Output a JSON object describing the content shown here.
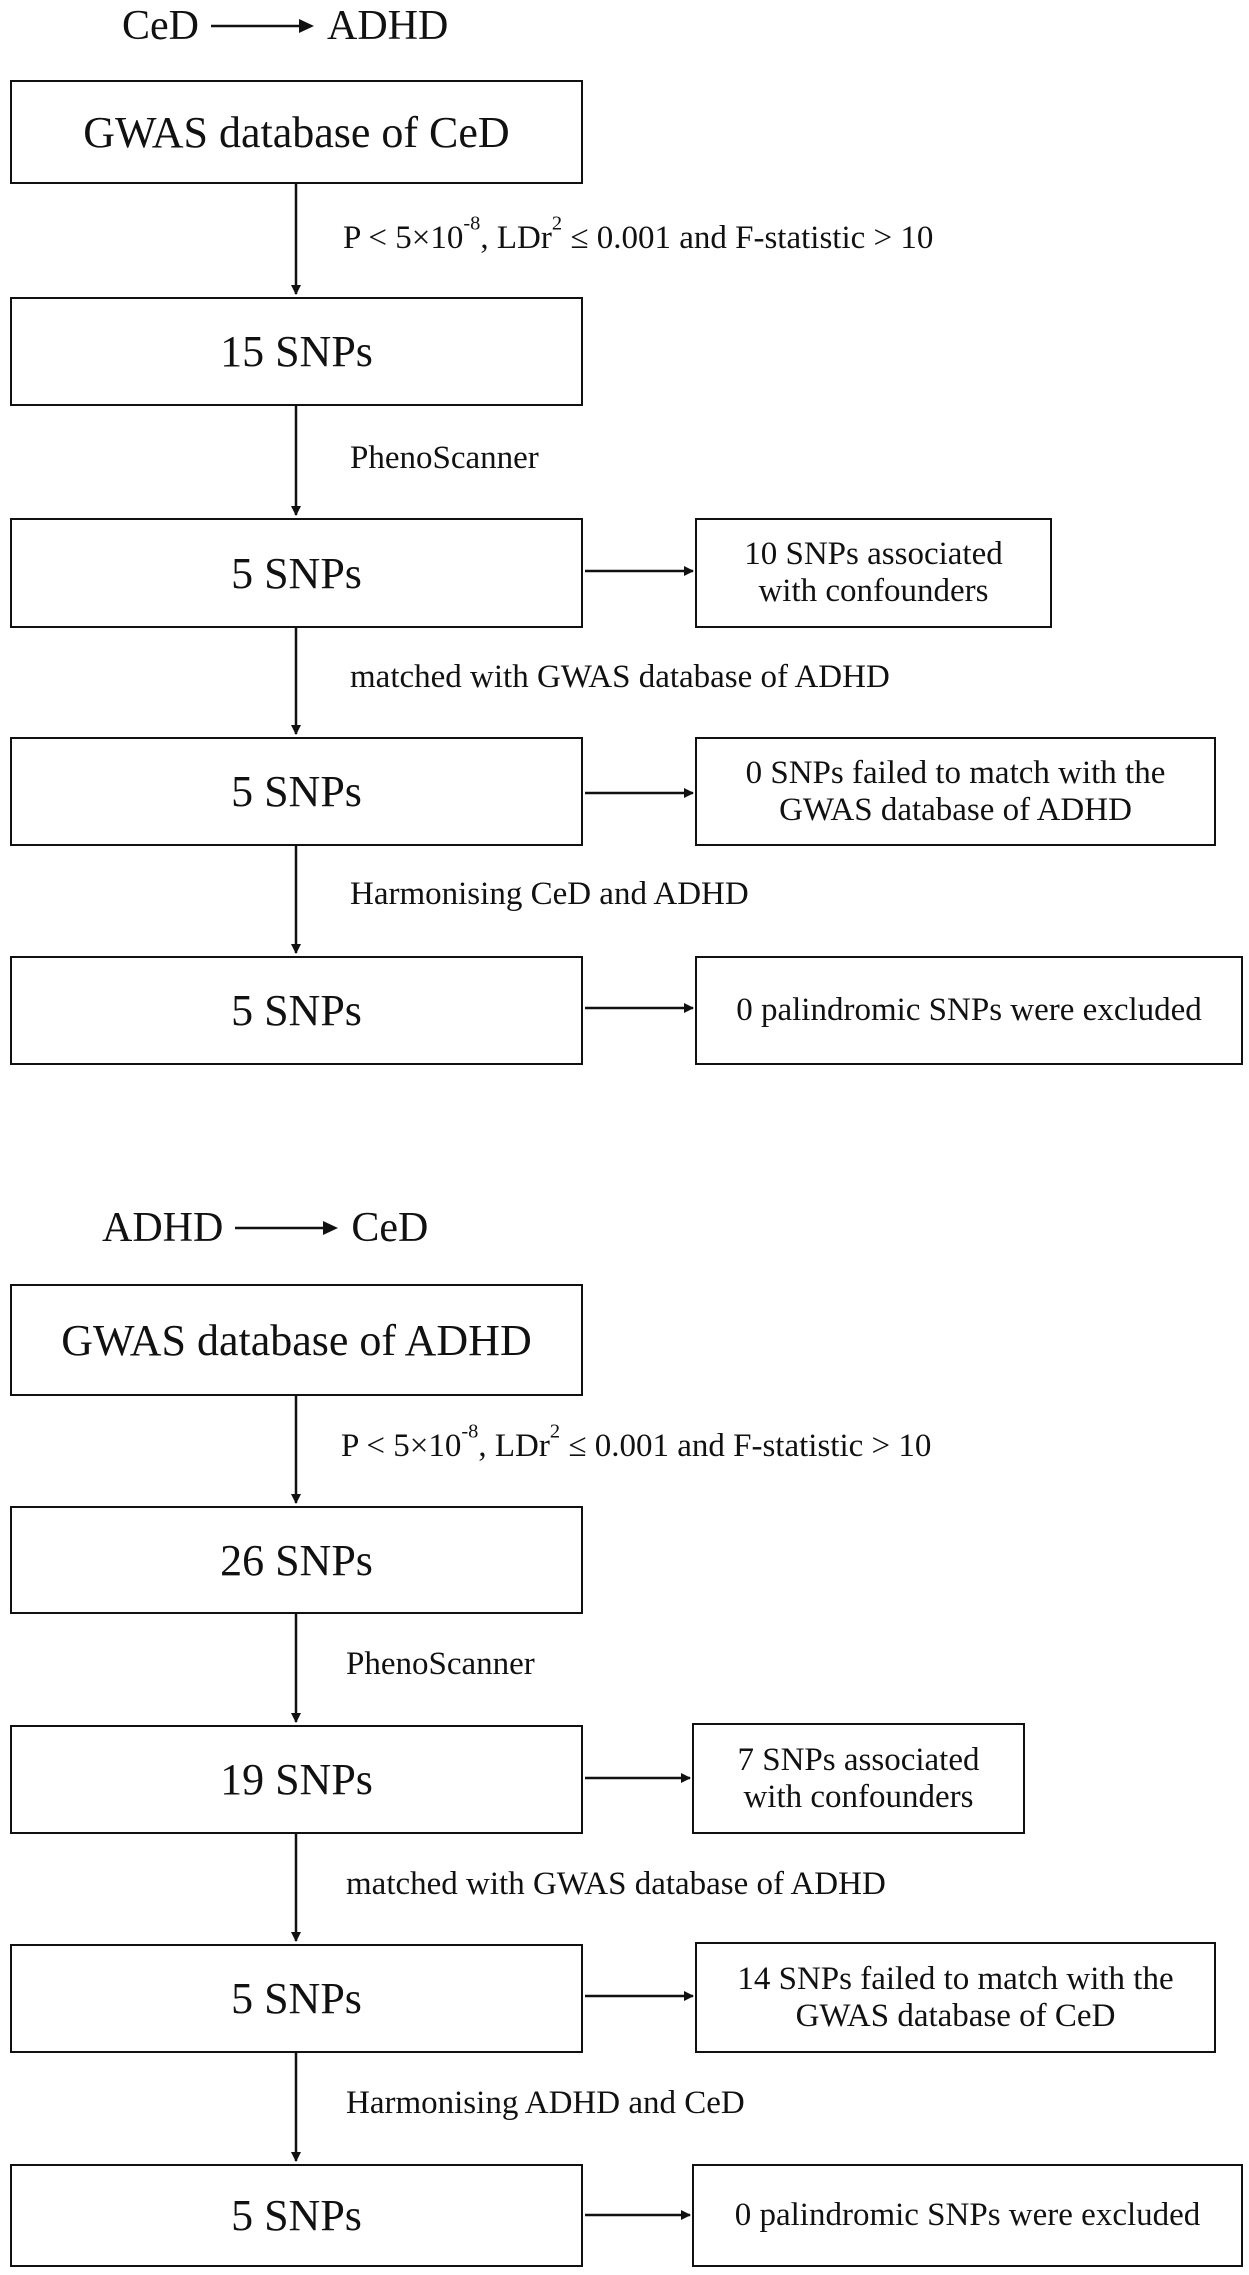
{
  "top": {
    "title": {
      "from": "CeD",
      "to": "ADHD"
    },
    "source_box": "GWAS database of CeD",
    "criteria": {
      "p": "P < 5×10",
      "p_exp": "-8",
      "ld": ", LDr",
      "ld_exp": "2",
      "rest": " ≤ 0.001 and F-statistic > 10"
    },
    "step1_box": "15 SNPs",
    "phenoscanner_label": "PhenoScanner",
    "step2_box": "5 SNPs",
    "confounders": [
      "10 SNPs associated",
      "with confounders"
    ],
    "matched_label": "matched with GWAS database of ADHD",
    "step3_box": "5 SNPs",
    "failed": [
      "0 SNPs failed to match with the",
      "GWAS database of ADHD"
    ],
    "harmonising_label": "Harmonising CeD and ADHD",
    "step4_box": "5 SNPs",
    "palindromic": "0 palindromic SNPs were excluded"
  },
  "bottom": {
    "title": {
      "from": "ADHD",
      "to": "CeD"
    },
    "source_box": "GWAS database of ADHD",
    "criteria": {
      "p": "P < 5×10",
      "p_exp": "-8",
      "ld": ", LDr",
      "ld_exp": "2",
      "rest": " ≤ 0.001 and F-statistic > 10"
    },
    "step1_box": "26 SNPs",
    "phenoscanner_label": "PhenoScanner",
    "step2_box": "19 SNPs",
    "confounders": [
      "7 SNPs associated",
      "with confounders"
    ],
    "matched_label": "matched with GWAS database of ADHD",
    "step3_box": "5 SNPs",
    "failed": [
      "14 SNPs failed to match with the",
      "GWAS database of CeD"
    ],
    "harmonising_label": "Harmonising ADHD and CeD",
    "step4_box": "5 SNPs",
    "palindromic": "0 palindromic SNPs were excluded"
  }
}
